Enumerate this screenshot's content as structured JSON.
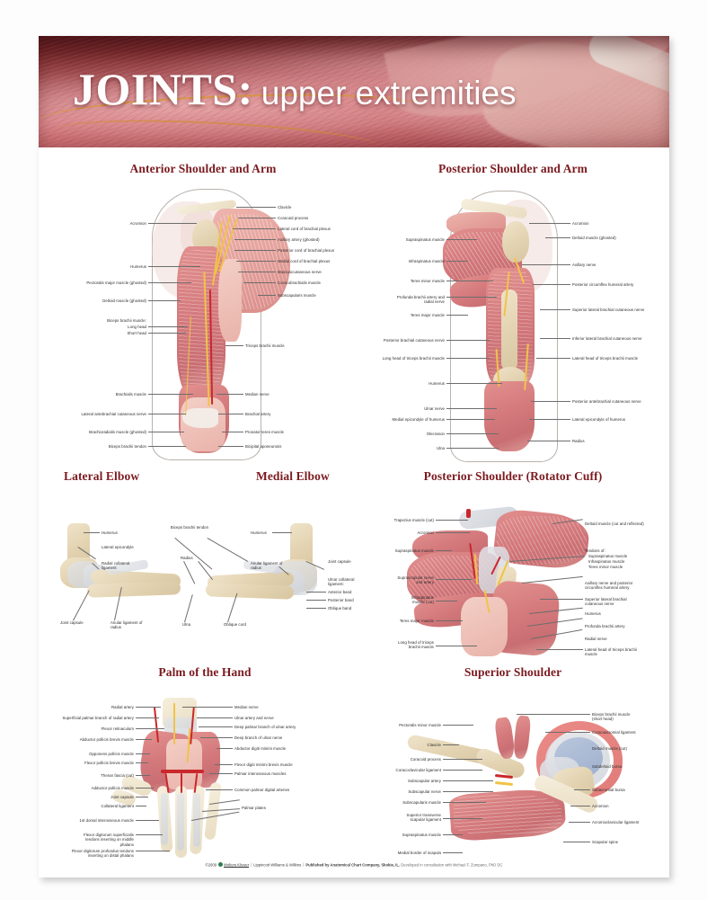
{
  "banner": {
    "title_main": "JOINTS:",
    "title_sub": "upper extremities"
  },
  "panels": {
    "anterior_shoulder": {
      "title": "Anterior Shoulder and Arm",
      "labels_left": [
        "Acromion",
        "Humerus",
        "Pectoralis major muscle (ghosted)",
        "Deltoid muscle (ghosted)",
        "Biceps brachii muscle:",
        "Long head",
        "Short head",
        "Brachialis muscle",
        "Lateral antebrachial cutaneous nerve",
        "Brachioradialis muscle (ghosted)",
        "Biceps brachii tendon"
      ],
      "labels_right": [
        "Clavicle",
        "Coracoid process",
        "Lateral cord of brachial plexus",
        "Axillary artery (ghosted)",
        "Posterior cord of brachial plexus",
        "Medial cord of brachial plexus",
        "Musculocutaneous nerve",
        "Coracobrachialis muscle",
        "Subscapularis muscle",
        "Triceps brachii muscle",
        "Median nerve",
        "Brachial artery",
        "Pronator teres muscle",
        "Bicipital aponeurosis"
      ]
    },
    "posterior_shoulder": {
      "title": "Posterior Shoulder and Arm",
      "labels_left": [
        "Supraspinatus muscle",
        "Infraspinatus muscle",
        "Teres minor muscle",
        "Profunda brachii artery and radial nerve",
        "Teres major muscle",
        "Posterior brachial cutaneous nerve",
        "Long head of triceps brachii muscle",
        "Humerus",
        "Ulnar nerve",
        "Medial epicondyle of humerus",
        "Olecranon",
        "Ulna"
      ],
      "labels_right": [
        "Acromion",
        "Deltoid muscle (ghosted)",
        "Axillary nerve",
        "Posterior circumflex humeral artery",
        "Superior lateral brachial cutaneous nerve",
        "Inferior lateral brachial cutaneous nerve",
        "Lateral head of triceps brachii muscle",
        "Posterior antebrachial cutaneous nerve",
        "Lateral epicondyle of humerus",
        "Radius"
      ]
    },
    "lateral_elbow": {
      "title": "Lateral Elbow",
      "labels": [
        "Humerus",
        "Lateral epicondyle",
        "Radial collateral ligament",
        "Joint capsule",
        "Anular ligament of radius"
      ]
    },
    "medial_elbow": {
      "title": "Medial Elbow",
      "labels_center": [
        "Biceps brachii tendon",
        "Radius",
        "Ulna",
        "Oblique cord"
      ],
      "labels_left": [
        "Humerus",
        "Anular ligament of radius"
      ],
      "labels_right": [
        "Joint capsule",
        "Ulnar collateral ligament:",
        "Anterior band",
        "Posterior band",
        "Oblique band"
      ]
    },
    "rotator_cuff": {
      "title": "Posterior Shoulder (Rotator Cuff)",
      "labels_left": [
        "Trapezius muscle (cut)",
        "Acromion",
        "Supraspinatus muscle",
        "Suprascapular nerve and artery",
        "Infraspinatus muscle (cut)",
        "Teres major muscle",
        "Long head of triceps brachii muscle"
      ],
      "labels_right": [
        "Deltoid muscle (cut and reflected)",
        "Tendons of:",
        "Supraspinatus muscle",
        "Infraspinatus muscle",
        "Teres minor muscle",
        "Axillary nerve and posterior circumflex humeral artery",
        "Superior lateral brachial cutaneous nerve",
        "Humerus",
        "Profunda brachii artery",
        "Radial nerve",
        "Lateral head of triceps brachii muscle"
      ]
    },
    "palm_of_hand": {
      "title": "Palm of the Hand",
      "labels_left": [
        "Radial artery",
        "Superficial palmar branch of radial artery",
        "Flexor retinaculum",
        "Abductor pollicis brevis muscle",
        "Opponens pollicis muscle",
        "Flexor pollicis brevis muscle",
        "Thenar fascia (cut)",
        "Adductor pollicis muscle",
        "Joint capsule",
        "Collateral ligament",
        "1st dorsal interosseous muscle",
        "Flexor digitorum superficialis tendons inserting on middle phalanx",
        "Flexor digitorum profundus tendons inserting on distal phalanx"
      ],
      "labels_right": [
        "Median nerve",
        "Ulnar artery and nerve",
        "Deep palmar branch of ulnar artery",
        "Deep branch of ulnar nerve",
        "Abductor digiti minimi muscle",
        "Flexor digiti minimi brevis muscle",
        "Palmar interosseous muscles",
        "Common palmar digital arteries",
        "Palmar plates"
      ]
    },
    "superior_shoulder": {
      "title": "Superior Shoulder",
      "labels_left": [
        "Pectoralis minor muscle",
        "Clavicle",
        "Coracoid process",
        "Coracoclavicular ligament",
        "Subscapular artery",
        "Subscapular nerve",
        "Subscapularis muscle",
        "Superior transverse scapular ligament",
        "Supraspinatus muscle",
        "Medial border of scapula"
      ],
      "labels_right": [
        "Biceps brachii muscle (short head)",
        "Coracoacromial ligament",
        "Deltoid muscle (cut)",
        "Subdeltoid bursa",
        "Subacromial bursa",
        "Acromion",
        "Acromioclavicular ligament",
        "Scapular spine"
      ]
    }
  },
  "footer": {
    "copyright": "©2009",
    "publisher1": "Wolters Kluwer",
    "publisher2": "Lippincott Williams & Wilkins",
    "published_by": "Published by Anatomical Chart Company, Skokie, IL.",
    "credit": "Developed in consultation with Michael F. Zumpano, PhD DC"
  },
  "colors": {
    "title_red": "#7b1b20",
    "banner_dark": "#5d1b1f",
    "muscle": "#d4797c",
    "bone": "#e2d2b0",
    "nerve": "#f0c348",
    "artery": "#c9282c"
  }
}
